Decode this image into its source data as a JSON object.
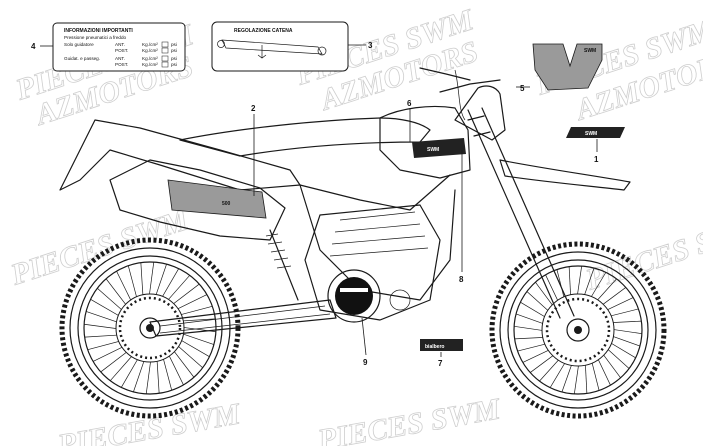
{
  "watermark": {
    "line1": "PIECES SWM",
    "line2": "AZMOTORS"
  },
  "callouts": [
    "1",
    "2",
    "3",
    "4",
    "5",
    "6",
    "7",
    "8",
    "9"
  ],
  "label_tyre_pressure": {
    "title": "INFORMAZIONI IMPORTANTI",
    "subtitle": "Pressione pneumatici a freddo",
    "row1_name": "Solo guidatore",
    "row1_ant": "ANT.",
    "row1_post": "POST.",
    "row2_name": "Guidat. e passeg.",
    "row2_ant": "ANT.",
    "row2_post": "POST.",
    "unit_kg": "Kg./cm²",
    "unit_psi": "psi"
  },
  "label_chain": {
    "title": "REGOLAZIONE CATENA"
  },
  "decals": {
    "brand": "SWM",
    "model": "500",
    "maker": "bialbero"
  },
  "colors": {
    "ink": "#1a1a1a",
    "decal_fill": "#9a9a9a",
    "watermark": "#cfcfcf"
  }
}
